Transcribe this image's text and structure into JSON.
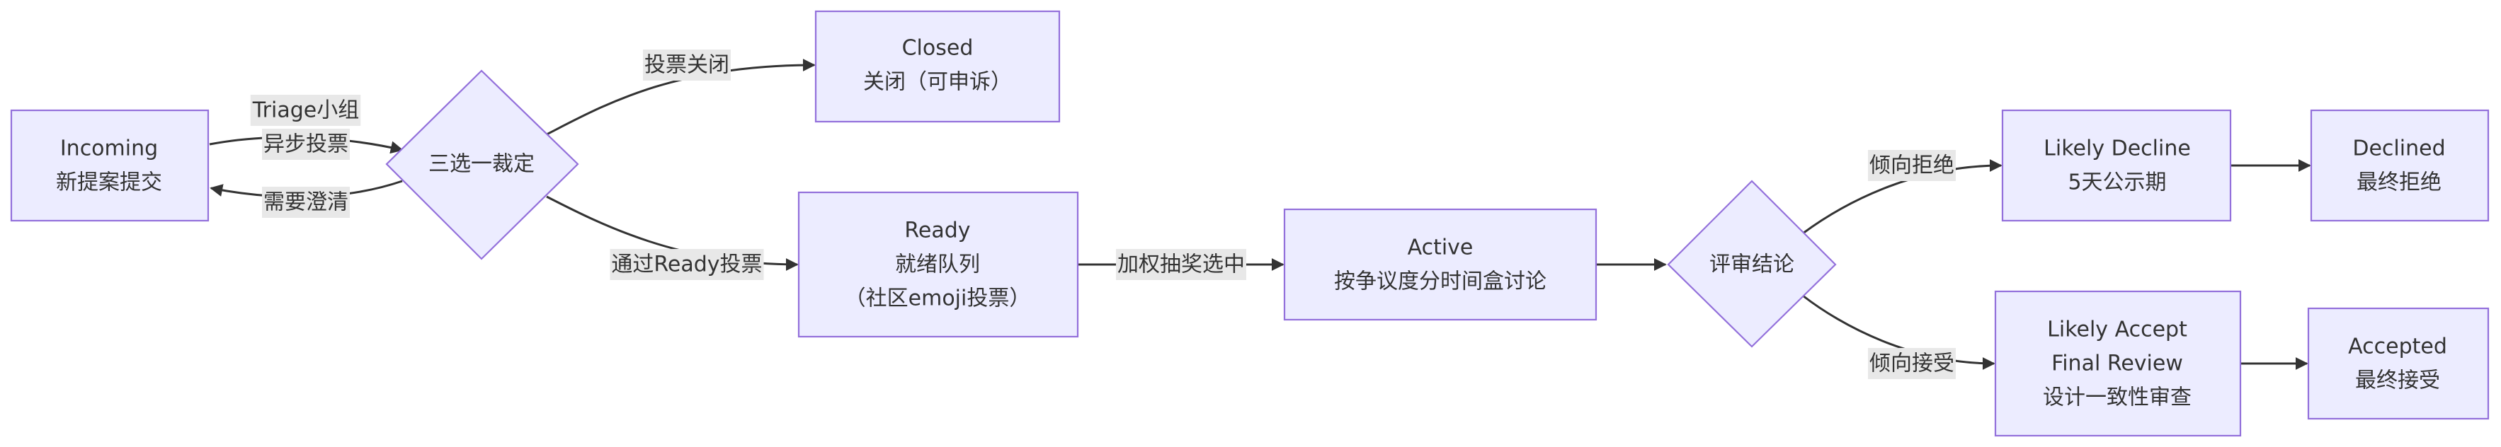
{
  "nodes": {
    "incoming": {
      "lines": [
        "Incoming",
        "新提案提交"
      ]
    },
    "triage": {
      "lines": [
        "三选一裁定"
      ]
    },
    "closed": {
      "lines": [
        "Closed",
        "关闭（可申诉）"
      ]
    },
    "ready": {
      "lines": [
        "Ready",
        "就绪队列",
        "（社区emoji投票）"
      ]
    },
    "active": {
      "lines": [
        "Active",
        "按争议度分时间盒讨论"
      ]
    },
    "review": {
      "lines": [
        "评审结论"
      ]
    },
    "likely_decline": {
      "lines": [
        "Likely Decline",
        "5天公示期"
      ]
    },
    "declined": {
      "lines": [
        "Declined",
        "最终拒绝"
      ]
    },
    "likely_accept": {
      "lines": [
        "Likely Accept",
        "Final Review",
        "设计一致性审查"
      ]
    },
    "accepted": {
      "lines": [
        "Accepted",
        "最终接受"
      ]
    }
  },
  "edges": {
    "incoming_triage": {
      "lines": [
        "Triage小组",
        "异步投票"
      ]
    },
    "triage_incoming": {
      "lines": [
        "需要澄清"
      ]
    },
    "triage_closed": {
      "lines": [
        "投票关闭"
      ]
    },
    "triage_ready": {
      "lines": [
        "通过Ready投票"
      ]
    },
    "ready_active": {
      "lines": [
        "加权抽奖选中"
      ]
    },
    "active_review": {
      "lines": []
    },
    "review_decline": {
      "lines": [
        "倾向拒绝"
      ]
    },
    "review_accept": {
      "lines": [
        "倾向接受"
      ]
    },
    "decline_declined": {
      "lines": []
    },
    "accept_accepted": {
      "lines": []
    }
  }
}
